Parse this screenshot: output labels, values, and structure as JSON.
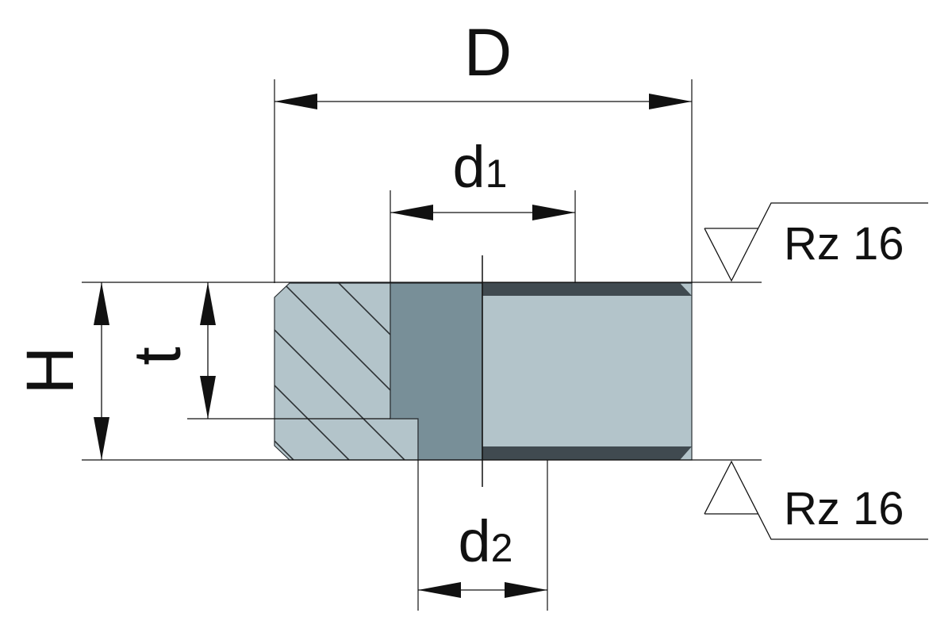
{
  "labels": {
    "D": "D",
    "d1_main": "d",
    "d1_sub": "1",
    "d2_main": "d",
    "d2_sub": "2",
    "H": "H",
    "t": "t"
  },
  "surface_finish": {
    "top": "Rz 16",
    "bottom": "Rz 16"
  },
  "colors": {
    "body_light": "#b3c4ca",
    "insert_dark": "#788f98",
    "band_dark": "#404a50"
  }
}
